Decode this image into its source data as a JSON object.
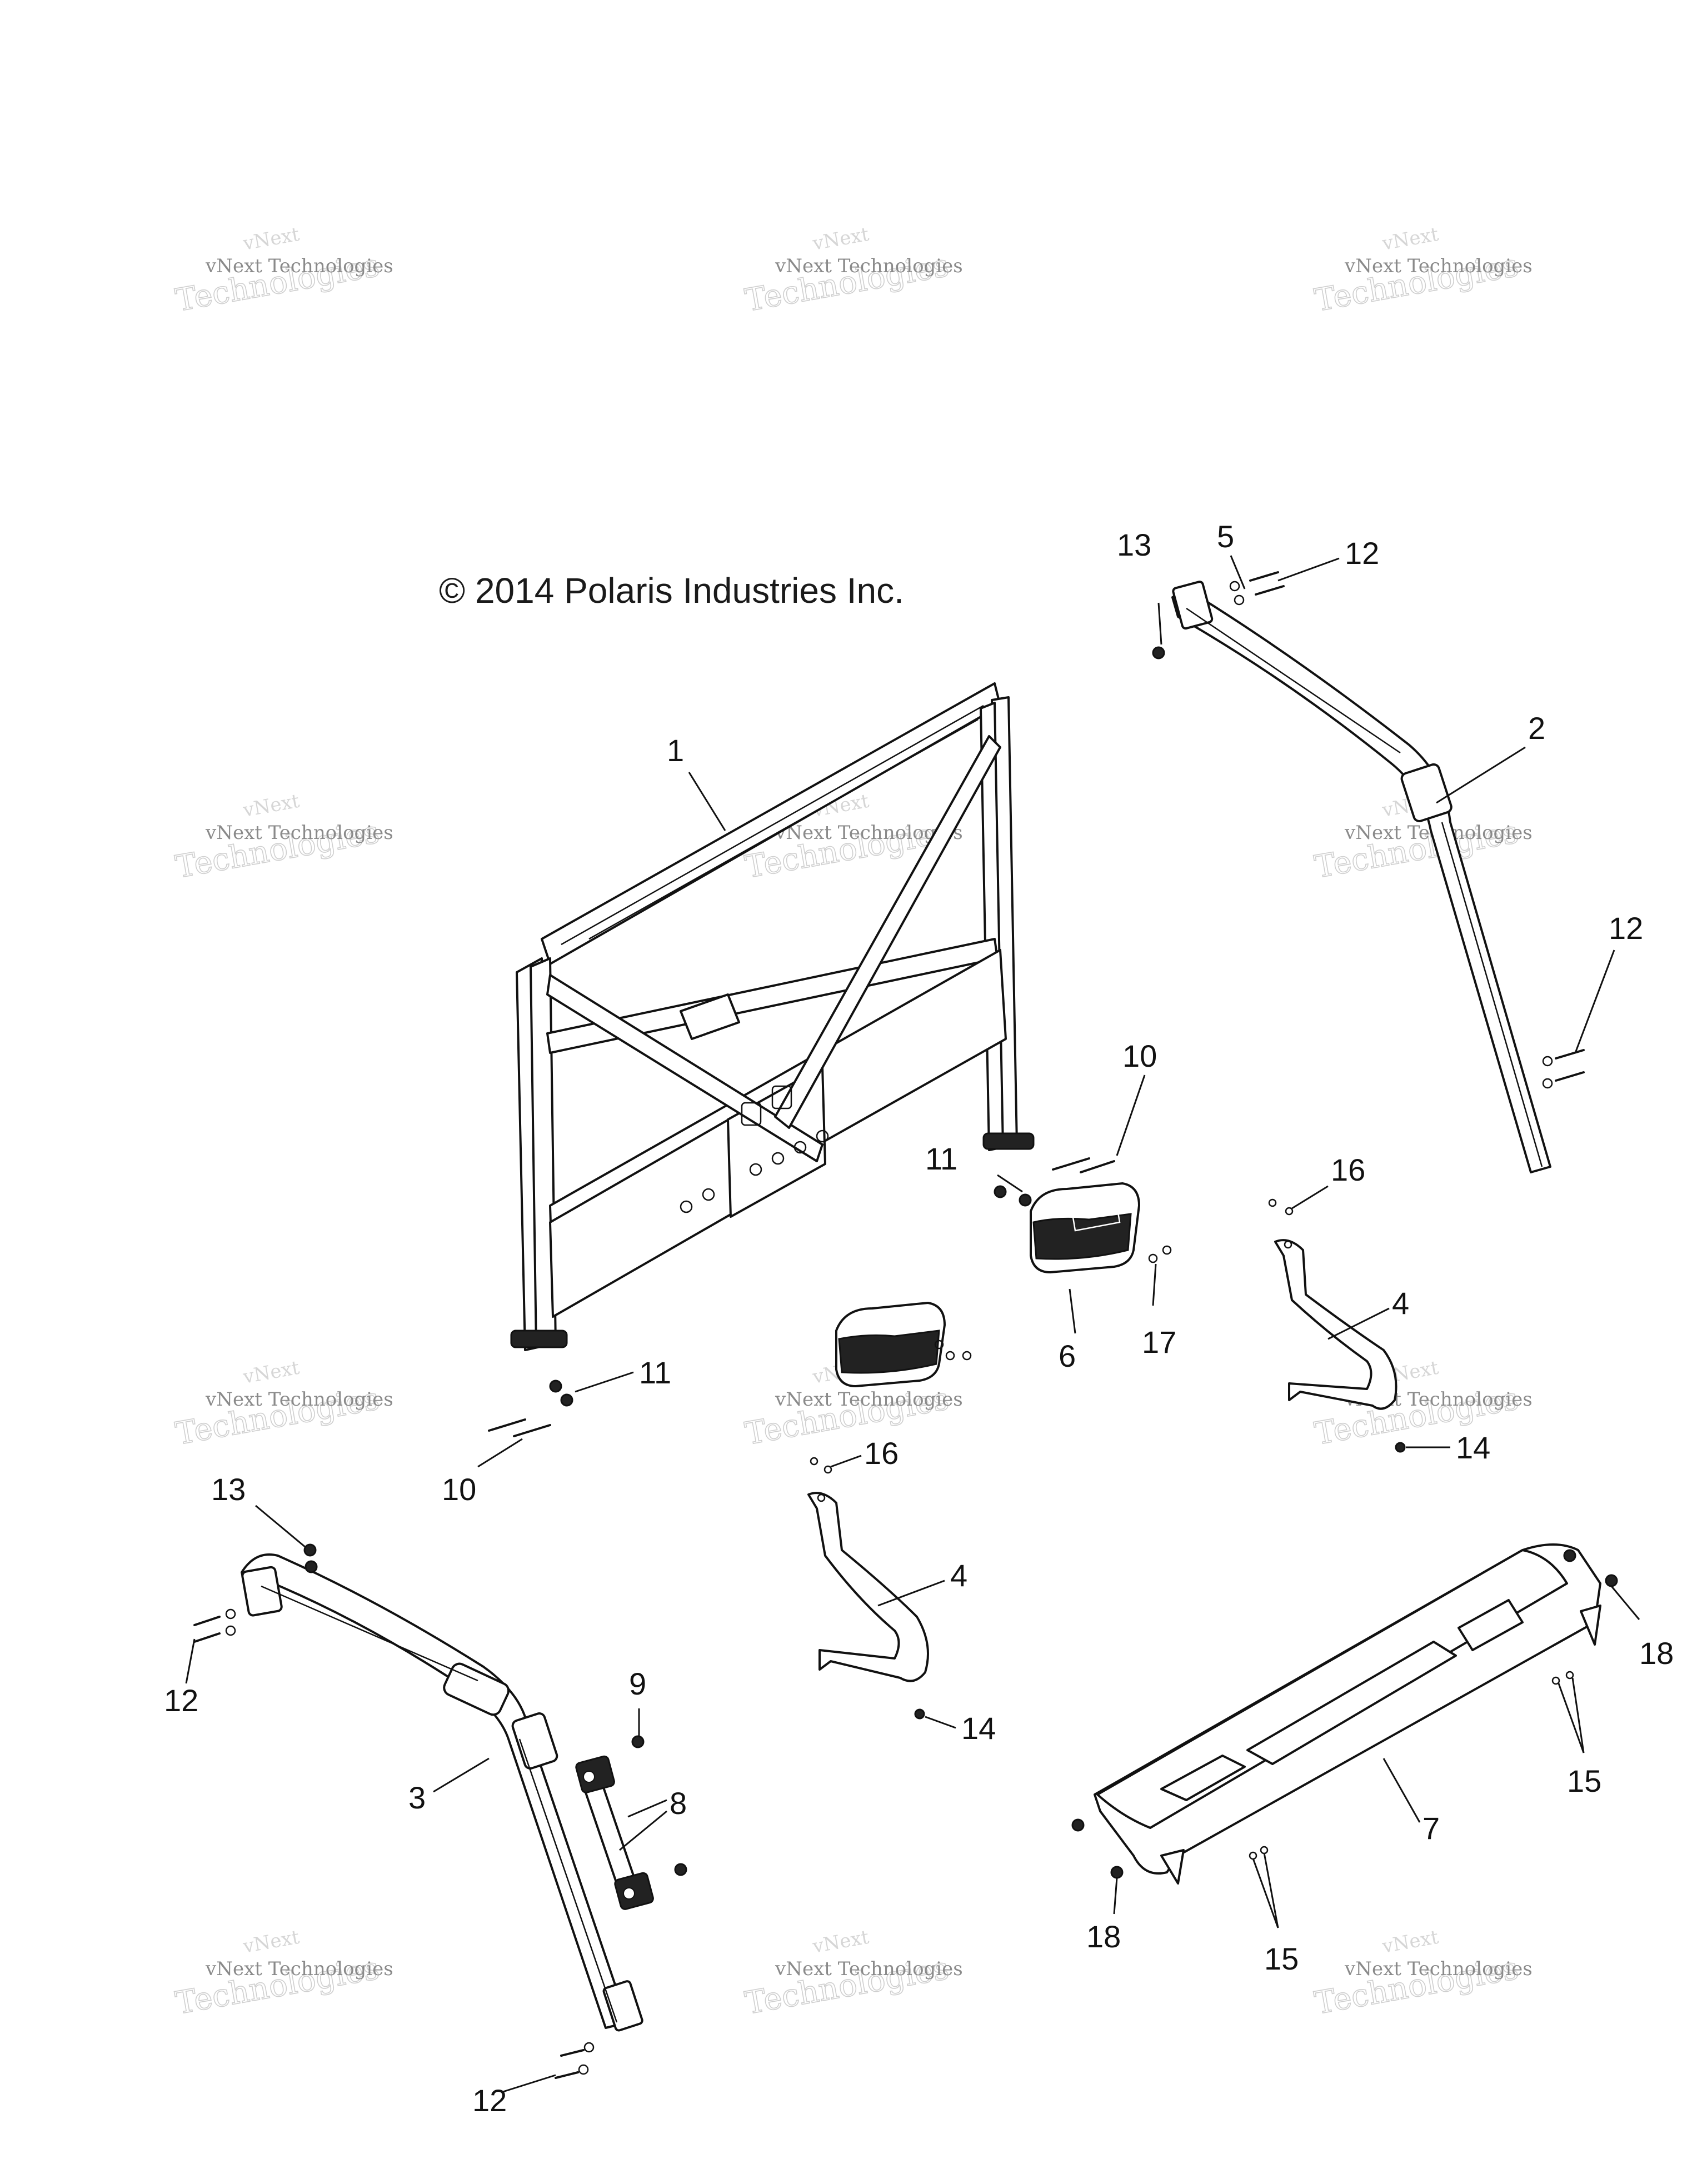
{
  "copyright": "© 2014 Polaris Industries Inc.",
  "watermark": {
    "line1": "vNext Technologies",
    "line2a": "vNext",
    "line2b": "Technologies"
  },
  "callouts": {
    "c1": "1",
    "c2": "2",
    "c3": "3",
    "c4a": "4",
    "c4b": "4",
    "c5": "5",
    "c6": "6",
    "c7": "7",
    "c8": "8",
    "c9": "9",
    "c10a": "10",
    "c10b": "10",
    "c11a": "11",
    "c11b": "11",
    "c12a": "12",
    "c12b": "12",
    "c12c": "12",
    "c12d": "12",
    "c13a": "13",
    "c13b": "13",
    "c14a": "14",
    "c14b": "14",
    "c15a": "15",
    "c15b": "15",
    "c16a": "16",
    "c16b": "16",
    "c17": "17",
    "c18a": "18",
    "c18b": "18"
  }
}
